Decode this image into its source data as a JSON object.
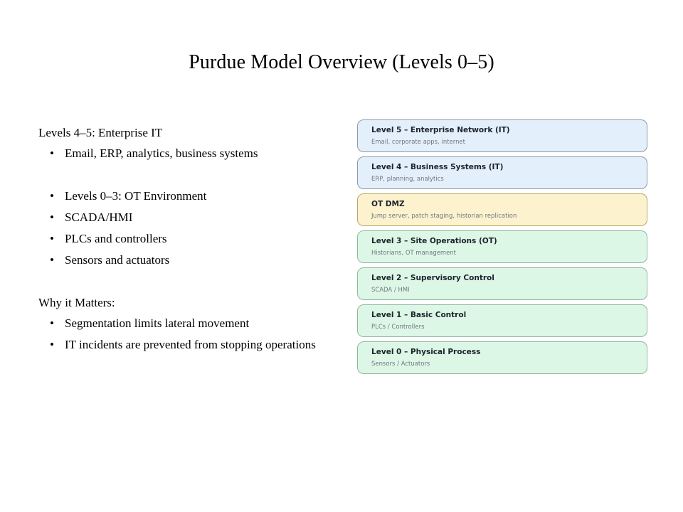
{
  "slide": {
    "title": "Purdue Model Overview (Levels 0–5)"
  },
  "content": {
    "section_enterprise": {
      "heading": "Levels 4–5: Enterprise IT",
      "bullets": [
        "Email, ERP, analytics, business systems"
      ]
    },
    "section_ot": {
      "bullets": [
        "Levels 0–3: OT Environment",
        "SCADA/HMI",
        "PLCs and controllers",
        "Sensors and actuators"
      ]
    },
    "section_why": {
      "heading": "Why it Matters:",
      "bullets": [
        "Segmentation limits lateral movement",
        "IT incidents are prevented from stopping operations"
      ]
    },
    "bullet_glyph": "•"
  },
  "diagram": {
    "boxes": [
      {
        "title": "Level 5 – Enterprise Network (IT)",
        "subtitle": "Email, corporate apps, internet",
        "tone": "blue",
        "fill": "#e3effb",
        "border": "#8e9aab"
      },
      {
        "title": "Level 4 – Business Systems (IT)",
        "subtitle": "ERP, planning, analytics",
        "tone": "blue",
        "fill": "#e3effb",
        "border": "#8e9aab"
      },
      {
        "title": "OT DMZ",
        "subtitle": "Jump server, patch staging, historian replication",
        "tone": "yellow",
        "fill": "#fcf2cd",
        "border": "#b9a86a"
      },
      {
        "title": "Level 3 – Site Operations (OT)",
        "subtitle": "Historians, OT management",
        "tone": "green",
        "fill": "#ddf7e7",
        "border": "#93b6a1"
      },
      {
        "title": "Level 2 – Supervisory Control",
        "subtitle": "SCADA / HMI",
        "tone": "green",
        "fill": "#ddf7e7",
        "border": "#93b6a1"
      },
      {
        "title": "Level 1 – Basic Control",
        "subtitle": "PLCs / Controllers",
        "tone": "green",
        "fill": "#ddf7e7",
        "border": "#93b6a1"
      },
      {
        "title": "Level 0 – Physical Process",
        "subtitle": "Sensors / Actuators",
        "tone": "green",
        "fill": "#ddf7e7",
        "border": "#93b6a1"
      }
    ]
  }
}
